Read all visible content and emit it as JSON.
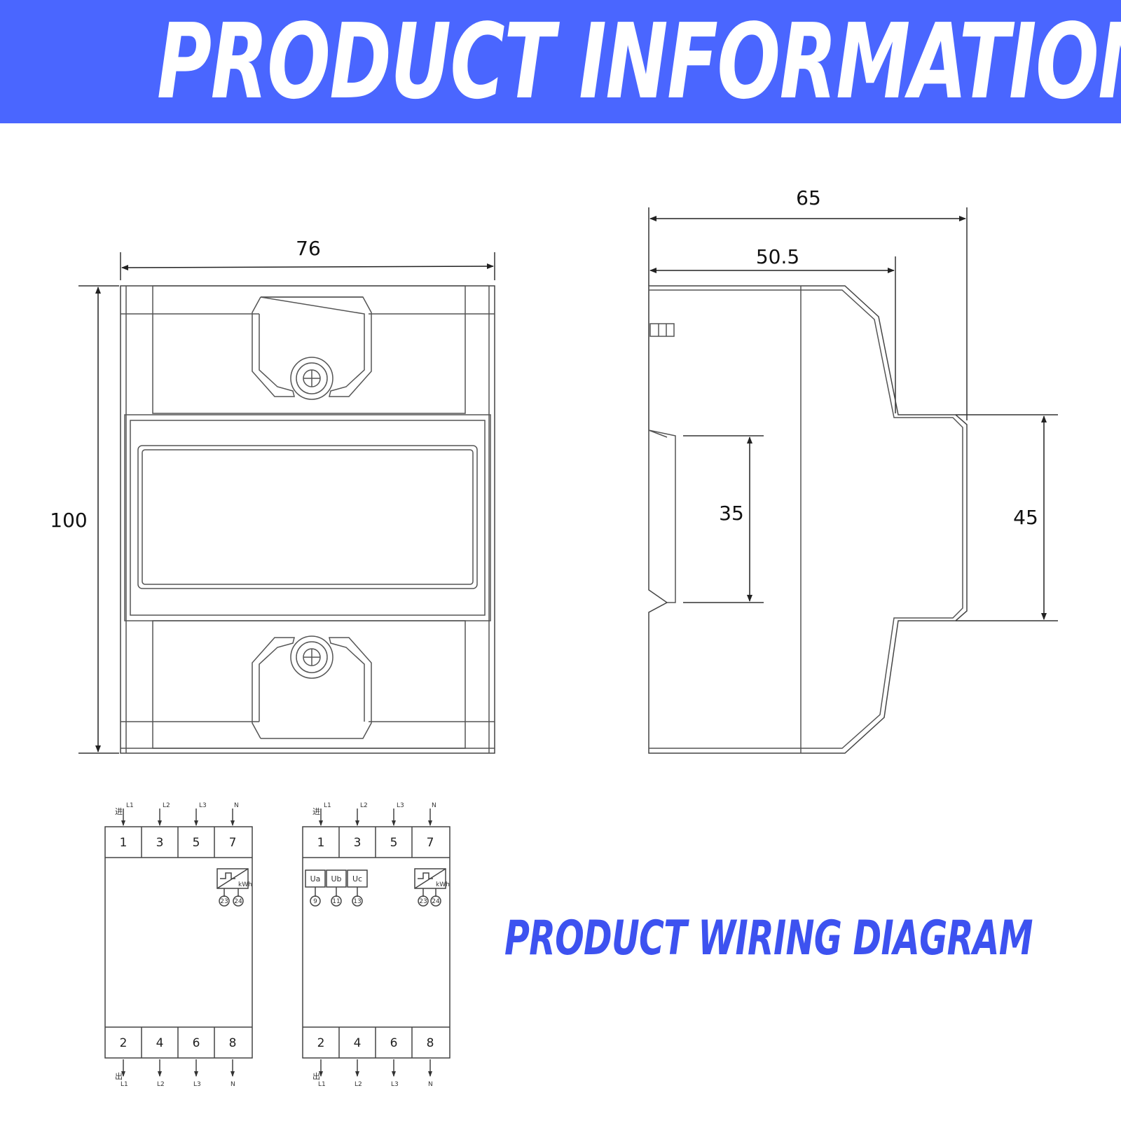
{
  "header": {
    "title": "PRODUCT INFORMATION"
  },
  "colors": {
    "banner": "#4a66ff",
    "accent_text": "#3d52f0",
    "line": "#333333"
  },
  "front_view": {
    "width_label": "76",
    "height_label": "100"
  },
  "side_view": {
    "depth_label": "65",
    "inner_depth_label": "50.5",
    "rail_label": "35",
    "front_height_label": "45"
  },
  "wiring": {
    "title": "PRODUCT WIRING DIAGRAM",
    "in_label": "进",
    "out_label": "出",
    "top_terminals": [
      "1",
      "3",
      "5",
      "7"
    ],
    "bottom_terminals": [
      "2",
      "4",
      "6",
      "8"
    ],
    "line_labels": [
      "L1",
      "L2",
      "L3",
      "N"
    ],
    "pulse_unit": "kWh",
    "pulse_terminals": [
      "23",
      "24"
    ],
    "voltage_labels": [
      "Ua",
      "Ub",
      "Uc"
    ],
    "voltage_terminals": [
      "9",
      "11",
      "13"
    ]
  }
}
